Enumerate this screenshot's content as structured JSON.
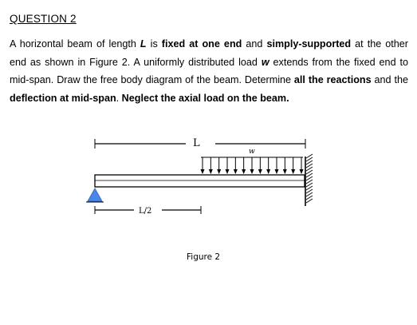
{
  "question": {
    "title": "QUESTION 2",
    "body": [
      {
        "text": "A horizontal beam of length ",
        "style": "plain"
      },
      {
        "text": "L",
        "style": "bold-italic"
      },
      {
        "text": " is ",
        "style": "plain"
      },
      {
        "text": "fixed at one end",
        "style": "bold"
      },
      {
        "text": " and ",
        "style": "plain"
      },
      {
        "text": "simply-supported",
        "style": "bold"
      },
      {
        "text": " at the other end as shown in Figure 2. A uniformly distributed load ",
        "style": "plain"
      },
      {
        "text": "w",
        "style": "bold-italic"
      },
      {
        "text": " extends from the fixed end to mid-span. Draw the free body diagram of the beam. Determine ",
        "style": "plain"
      },
      {
        "text": "all the reactions",
        "style": "bold"
      },
      {
        "text": " and the ",
        "style": "plain"
      },
      {
        "text": "deflection at mid-span",
        "style": "bold"
      },
      {
        "text": ". ",
        "style": "plain"
      },
      {
        "text": "Neglect the axial load on the beam.",
        "style": "bold"
      }
    ]
  },
  "figure": {
    "length_label": "L",
    "load_label": "w",
    "half_span_label": "L/2",
    "caption": "Figure 2",
    "support_color": "#4a86e8",
    "load_arrow_count": 13
  }
}
